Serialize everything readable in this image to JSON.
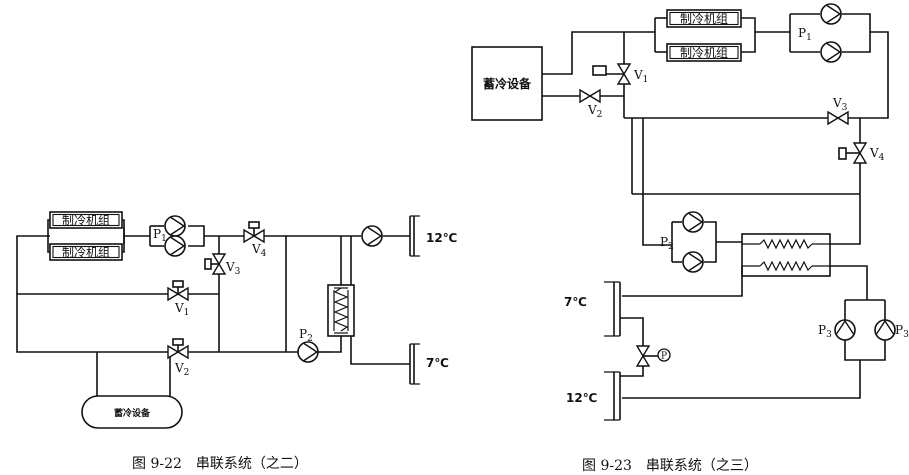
{
  "left_figure": {
    "chiller_1": "制冷机组",
    "chiller_2": "制冷机组",
    "storage": "蓄冷设备",
    "pump_p1": "P",
    "pump_p1_sub": "1",
    "pump_p2": "P",
    "pump_p2_sub": "2",
    "valve_v1": "V",
    "valve_v1_sub": "1",
    "valve_v2": "V",
    "valve_v2_sub": "2",
    "valve_v3": "V",
    "valve_v3_sub": "3",
    "valve_v4": "V",
    "valve_v4_sub": "4",
    "temp_hot": "12℃",
    "temp_cold": "7℃",
    "caption": "图 9-22　串联系统（之二）"
  },
  "right_figure": {
    "chiller_1": "制冷机组",
    "chiller_2": "制冷机组",
    "storage": "蓄冷设备",
    "pump_p1": "P",
    "pump_p1_sub": "1",
    "pump_p2": "P",
    "pump_p2_sub": "2",
    "pump_p3a": "P",
    "pump_p3a_sub": "3",
    "pump_p3b": "P",
    "pump_p3b_sub": "3",
    "valve_v1": "V",
    "valve_v1_sub": "1",
    "valve_v2": "V",
    "valve_v2_sub": "2",
    "valve_v3": "V",
    "valve_v3_sub": "3",
    "valve_v4": "V",
    "valve_v4_sub": "4",
    "pressure_gauge": "P",
    "temp_cold": "7℃",
    "temp_hot": "12℃",
    "caption": "图 9-23　串联系统（之三）"
  }
}
